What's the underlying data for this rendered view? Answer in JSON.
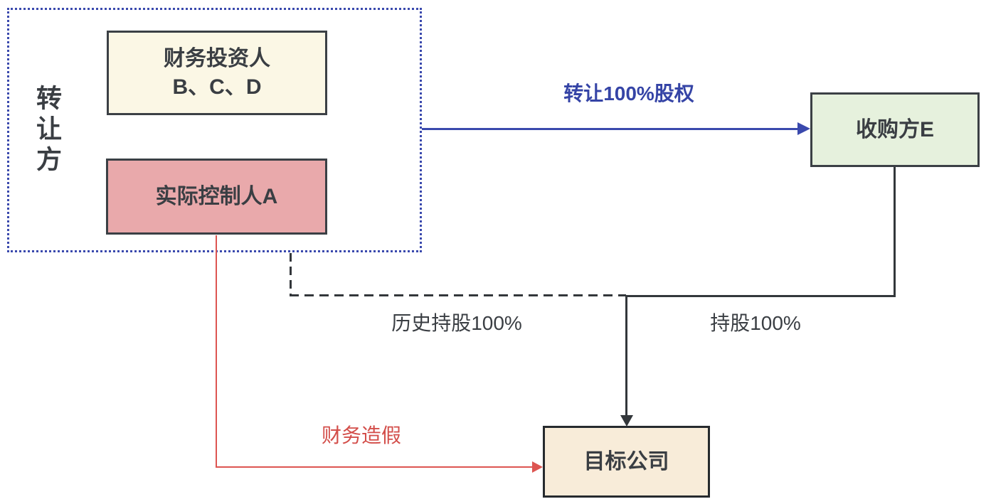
{
  "colors": {
    "blue": "#3a49ad",
    "blue_text": "#3544a6",
    "red": "#dd5551",
    "red_text": "#d34e4a",
    "dark": "#33373b",
    "text_dark": "#3a3e43",
    "node_border": "#3b4045",
    "tan_border": "#262a2e",
    "cream_fill": "#fbf7e5",
    "pink_fill": "#e9a9ab",
    "green_fill": "#e6f1dd",
    "tan_fill": "#f8ecd9"
  },
  "diagram": {
    "transferor_group": {
      "label": "转让方"
    },
    "nodes": {
      "financial_investors": {
        "line1": "财务投资人",
        "line2": "B、C、D"
      },
      "actual_controller": {
        "label": "实际控制人A"
      },
      "acquirer": {
        "label": "收购方E"
      },
      "target_company": {
        "label": "目标公司"
      }
    },
    "edges": {
      "transfer_equity": {
        "label": "转让100%股权"
      },
      "historical_holding": {
        "label": "历史持股100%"
      },
      "current_holding": {
        "label": "持股100%"
      },
      "financial_fraud": {
        "label": "财务造假"
      }
    }
  }
}
